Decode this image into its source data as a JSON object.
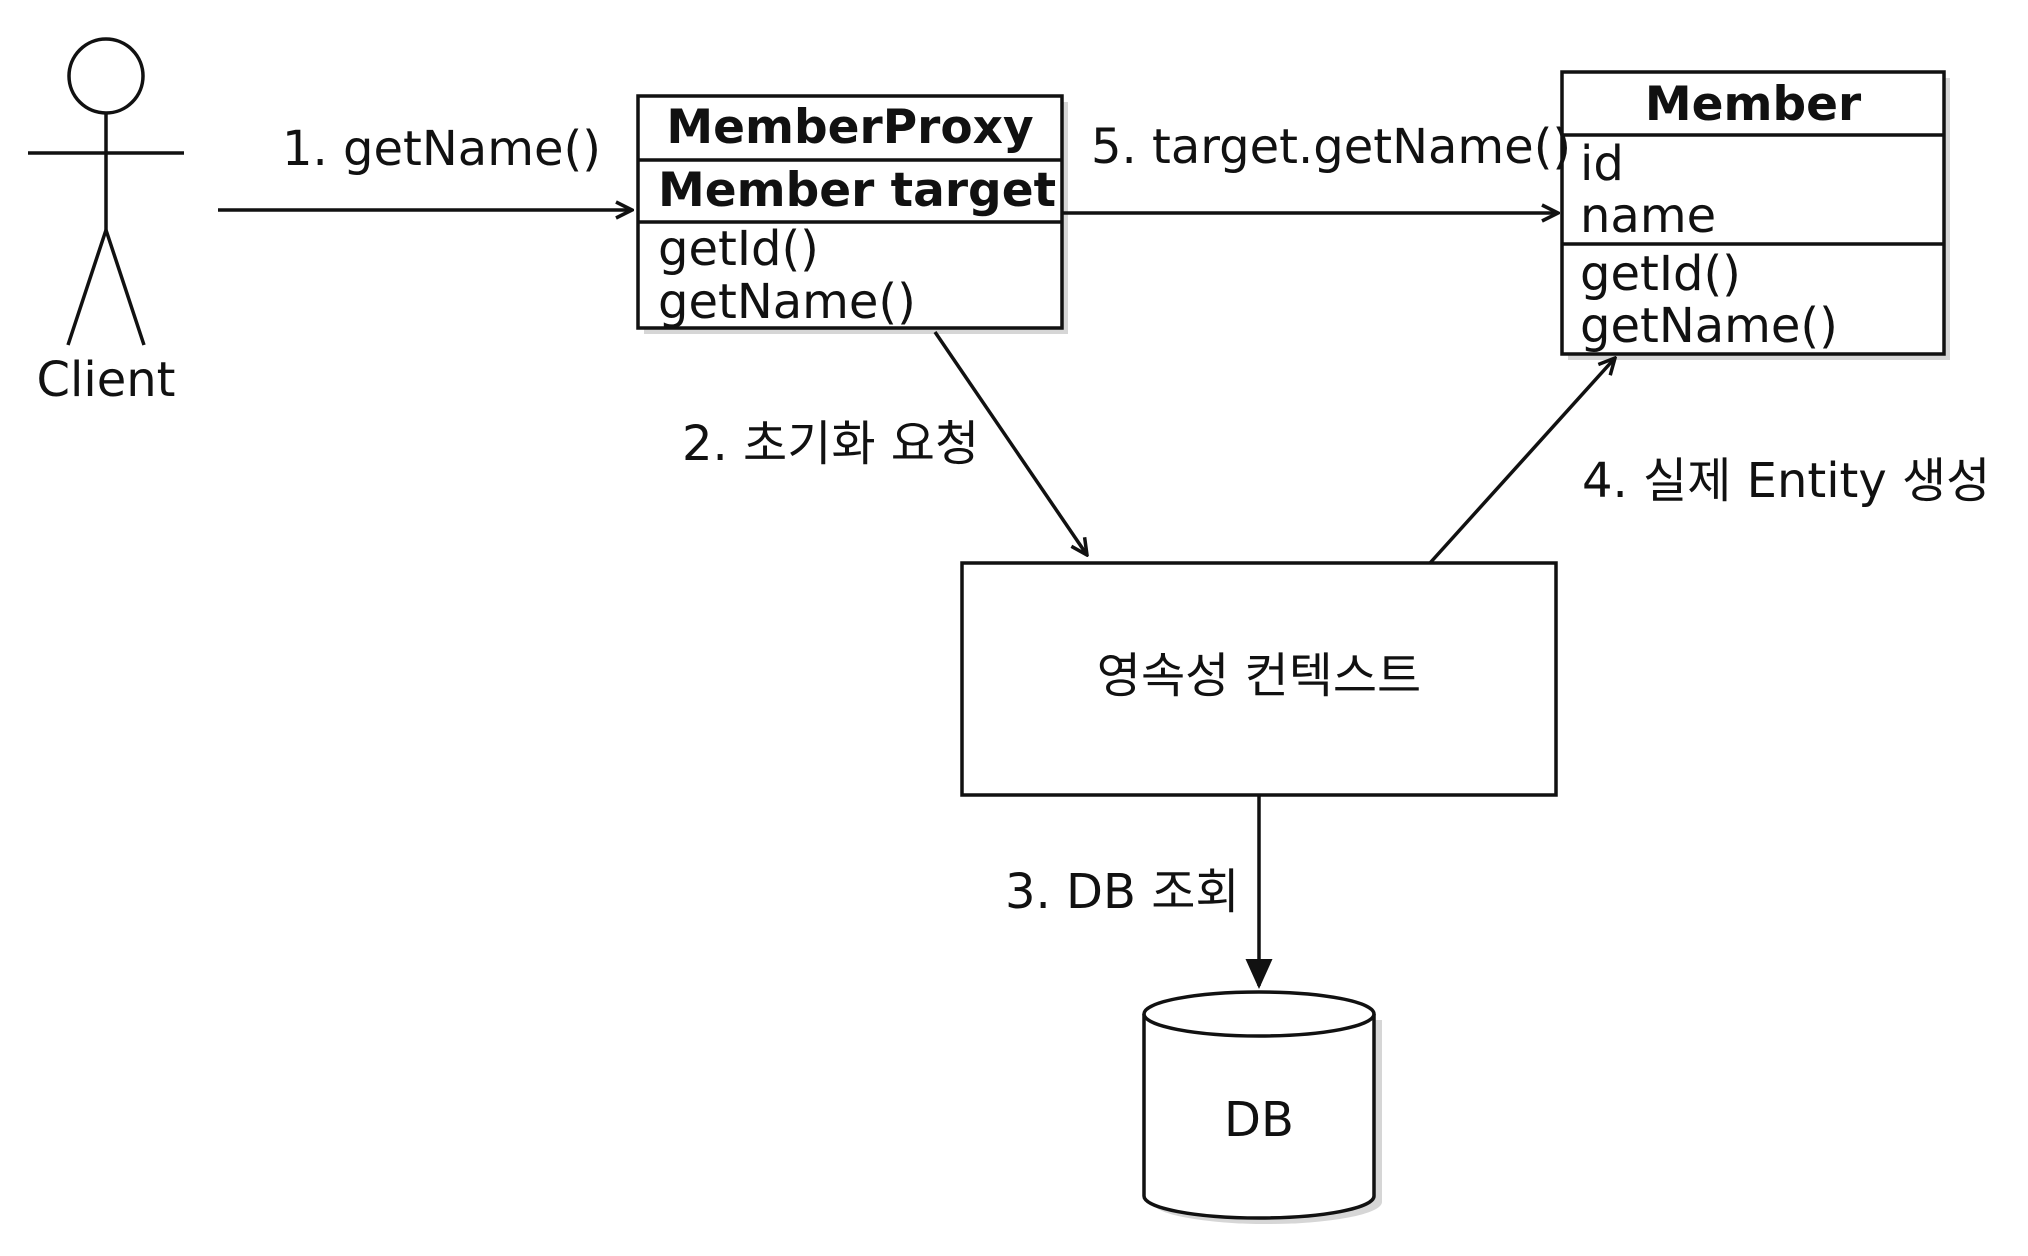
{
  "actor": {
    "label": "Client"
  },
  "proxy_class": {
    "name": "MemberProxy",
    "field": "Member target",
    "methods": [
      "getId()",
      "getName()"
    ]
  },
  "member_class": {
    "name": "Member",
    "fields": [
      "id",
      "name"
    ],
    "methods": [
      "getId()",
      "getName()"
    ]
  },
  "persistence_context": {
    "label": "영속성 컨텍스트"
  },
  "database": {
    "label": "DB"
  },
  "steps": {
    "step1": "1. getName()",
    "step2": "2. 초기화 요청",
    "step3": "3. DB 조회",
    "step4": "4. 실제 Entity 생성",
    "step5": "5. target.getName()"
  }
}
